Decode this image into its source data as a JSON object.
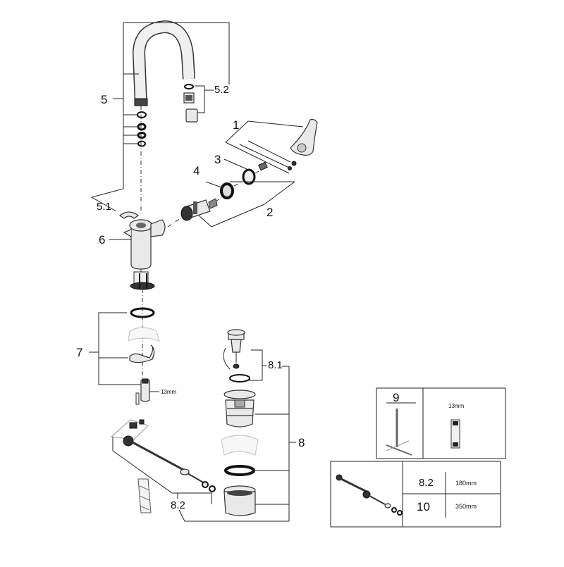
{
  "diagram": {
    "title": "Basin mixer exploded parts diagram",
    "labels": {
      "p1": "1",
      "p2": "2",
      "p3": "3",
      "p4": "4",
      "p5": "5",
      "p5_1": "5.1",
      "p5_2": "5.2",
      "p6": "6",
      "p7": "7",
      "p8": "8",
      "p8_1": "8.1",
      "p8_2": "8.2",
      "dim_13mm": "13mm"
    },
    "tool_box": {
      "number": "9",
      "dim": "13mm"
    },
    "spare_table": {
      "rows": [
        {
          "part": "8.2",
          "length": "180mm"
        },
        {
          "part": "10",
          "length": "350mm"
        }
      ]
    }
  }
}
